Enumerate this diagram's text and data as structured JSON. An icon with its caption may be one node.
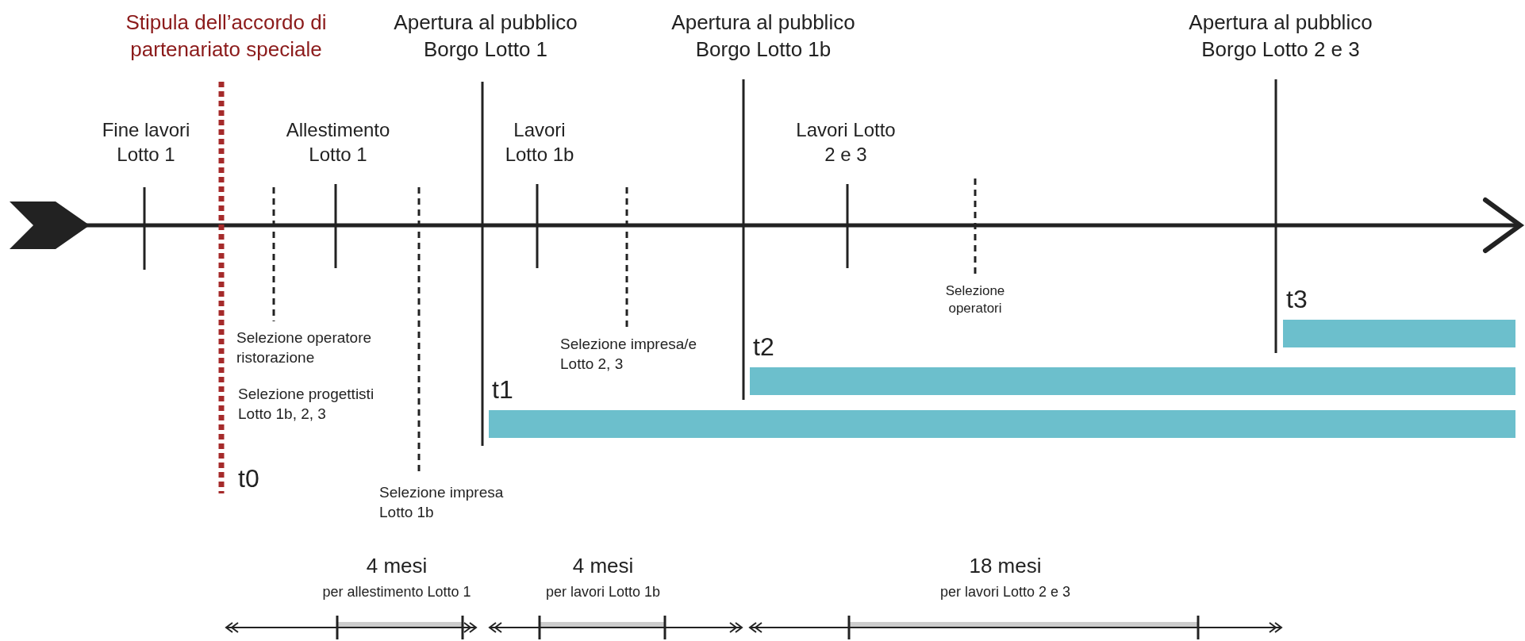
{
  "diagram": {
    "nodes": [
      {
        "text": [
          "t3"
        ]
      },
      {
        "text": [
          "t2"
        ]
      },
      {
        "text": [
          "t1"
        ]
      }
    ],
    "labels": [
      "Stipula dell’accordo di partenariato speciale",
      "Apertura al pubblico Borgo Lotto 1",
      "Apertura al pubblico Borgo Lotto 1b",
      "Apertura al pubblico Borgo Lotto 2 e 3",
      "Fine lavori Lotto 1",
      "Allestimento Lotto 1",
      "Lavori Lotto 1b",
      "Lavori Lotto 2 e 3",
      "Selezione operatori",
      "Selezione operatore ristorazione",
      "Selezione impresa/e Lotto 2, 3",
      "Selezione progettisti Lotto 1b, 2, 3",
      "t0",
      "Selezione impresa Lotto 1b",
      "4 mesi",
      "per allestimento Lotto 1",
      "4 mesi",
      "per lavori Lotto 1b",
      "18 mesi",
      "per lavori Lotto 2 e 3"
    ]
  }
}
